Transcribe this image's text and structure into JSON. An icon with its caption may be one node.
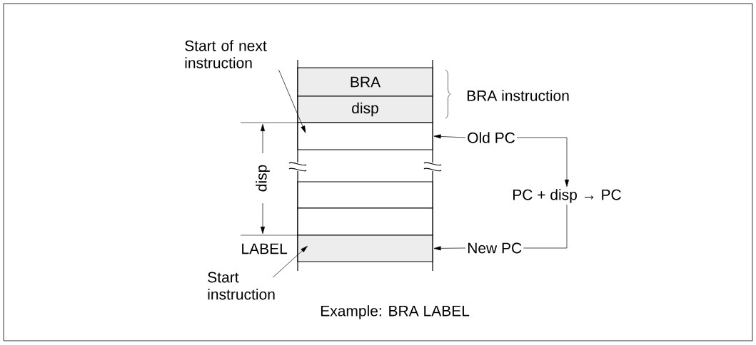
{
  "diagram": {
    "caption": "Example: BRA LABEL",
    "nodes": [
      {
        "text": [
          "BRA"
        ]
      },
      {
        "text": [
          "disp"
        ]
      },
      {
        "text": [],
        "shape": "box"
      },
      {
        "text": [],
        "shape": "box"
      },
      {
        "text": [],
        "shape": "box"
      },
      {
        "text": [],
        "shape": "box"
      },
      {
        "text": [
          "Start of next instruction"
        ]
      },
      {
        "text": [
          "Old PC"
        ]
      },
      {
        "text": [
          "PC + disp → PC"
        ]
      },
      {
        "text": [
          "New PC"
        ]
      },
      {
        "text": [
          "Start instruction"
        ]
      }
    ],
    "edges": [
      {
        "from": 6,
        "to": 2,
        "arrow": "to"
      },
      {
        "from": 7,
        "to": 2,
        "arrow": "to"
      },
      {
        "from": 7,
        "to": 8,
        "arrow": "to"
      },
      {
        "from": 8,
        "to": 9,
        "arrow": "none"
      },
      {
        "from": 9,
        "to": 5,
        "arrow": "to"
      },
      {
        "from": 10,
        "to": 5,
        "arrow": "to"
      }
    ],
    "labels": [
      "BRA instruction",
      "disp",
      "LABEL"
    ]
  }
}
